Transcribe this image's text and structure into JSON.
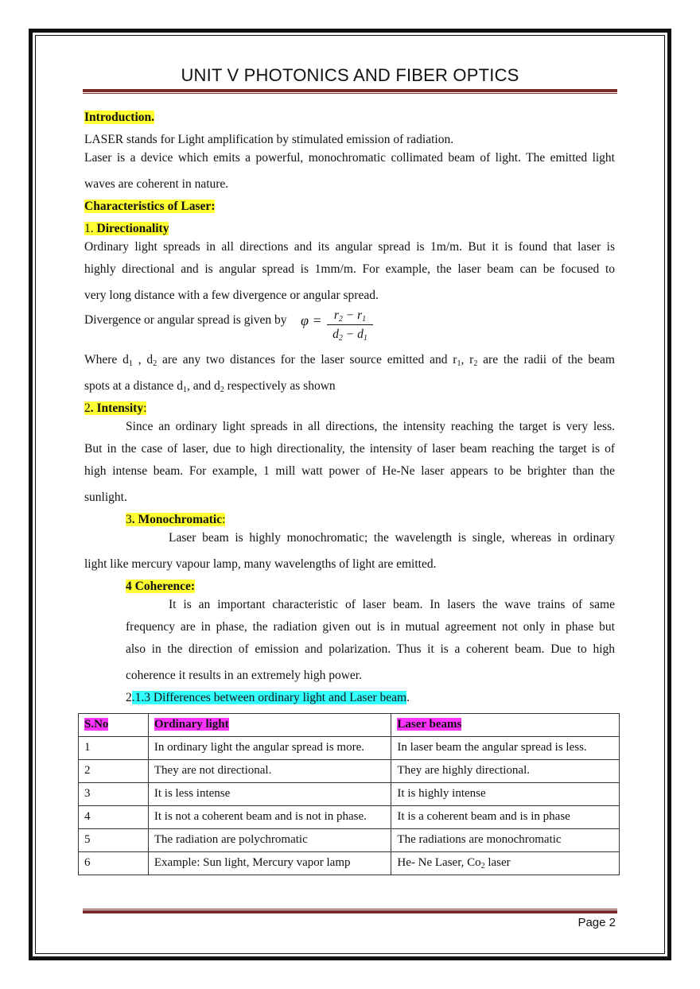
{
  "header": {
    "title": "UNIT V PHOTONICS AND FIBER OPTICS"
  },
  "intro": {
    "heading": "Introduction.",
    "p1": "LASER stands for Light amplification by stimulated emission of radiation.",
    "p2_line1": "Laser is a device which emits a powerful, monochromatic collimated beam of light. The emitted light",
    "p2_line2": "waves are coherent in nature."
  },
  "characteristics": {
    "heading": "Characteristics of Laser:"
  },
  "directionality": {
    "number": "1.",
    "heading": "Directionality",
    "l1": "Ordinary light spreads in all directions and its angular spread is 1m/m. But it is found that laser is",
    "l2": "highly directional and is angular spread is 1mm/m. For example, the laser beam can be focused to",
    "l3": "very long distance with a few divergence or angular spread.",
    "formula_text": "Divergence or angular spread is given by",
    "formula_symbol": "φ =",
    "where_l1_a": "Where d",
    "where_l1_b": " , d",
    "where_l1_c": "  are any two distances for the laser source emitted and r",
    "where_l1_d": ", r",
    "where_l1_e": " are the radii of the beam",
    "where_l2_a": "spots at a distance d",
    "where_l2_b": ", and d",
    "where_l2_c": " respectively as shown",
    "sub1": "1",
    "sub2": "2"
  },
  "intensity": {
    "number": "2",
    "heading": ". Intensity",
    "colon": ":",
    "l1": "Since an ordinary light spreads in all directions, the intensity reaching the target is very less.",
    "l2": "But in the case of laser, due to high directionality, the intensity of laser beam reaching the target is of",
    "l3": "high intense beam. For example, 1 mill watt power of He-Ne  laser appears to be brighter than the",
    "l4": "sunlight."
  },
  "monochromatic": {
    "number": "3",
    "heading": ". Monochromatic",
    "colon": ":",
    "l1": "Laser beam is highly monochromatic; the wavelength is single, whereas in ordinary",
    "l2": "light like mercury vapour lamp, many wavelengths of light are emitted."
  },
  "coherence": {
    "heading": "4 Coherence:",
    "l1": "It is an important characteristic of laser beam. In lasers the wave trains of same",
    "l2": "frequency are in phase, the radiation given out is in mutual agreement not only in phase but",
    "l3": "also in the direction of emission and polarization. Thus it is a coherent beam. Due to high",
    "l4": "coherence it results in an extremely high power."
  },
  "differences": {
    "prefix": "2",
    "heading": ".1.3 Differences between ordinary light and Laser beam",
    "suffix": "."
  },
  "table": {
    "headers": [
      "S.No",
      "Ordinary light",
      "Laser beams"
    ],
    "rows": [
      [
        "1",
        "In ordinary light the angular spread is more.",
        "In laser beam the angular spread is less."
      ],
      [
        "2",
        "They are not directional.",
        "They are highly directional."
      ],
      [
        "3",
        "It is less intense",
        "It is highly intense"
      ],
      [
        "4",
        "It is not a coherent beam and is not in phase.",
        "It is a coherent beam and is in phase"
      ],
      [
        "5",
        "The radiation are polychromatic",
        "The radiations are monochromatic"
      ],
      [
        "6",
        "Example: Sun light, Mercury vapor lamp",
        "He- Ne Laser, Co"
      ]
    ],
    "row6_sub": "2",
    "row6_suffix": " laser"
  },
  "footer": {
    "page": "Page 2"
  }
}
